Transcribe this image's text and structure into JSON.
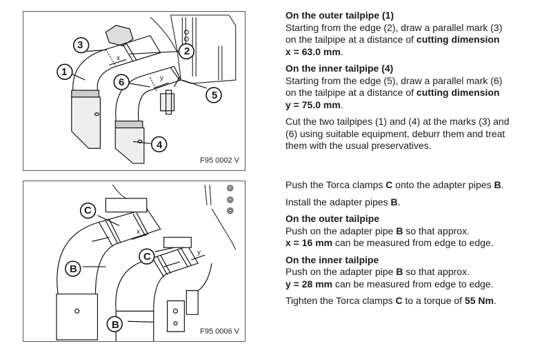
{
  "figure1": {
    "code": "F95 0002 V",
    "callouts": [
      "1",
      "2",
      "3",
      "4",
      "5",
      "6"
    ],
    "dimension_labels": [
      "x",
      "y"
    ]
  },
  "figure2": {
    "code": "F95 0006 V",
    "callouts": [
      "C",
      "C",
      "B",
      "B"
    ],
    "dimension_labels": [
      "x",
      "y"
    ]
  },
  "section1": {
    "outer_heading": "On the outer tailpipe (1)",
    "outer_line1": "Starting from the edge (2), draw a parallel mark (3)",
    "outer_line2_pre": "on the tailpipe at a distance of ",
    "outer_line2_bold": "cutting dimension",
    "outer_value": "x = 63.0 mm",
    "outer_value_suffix": ".",
    "inner_heading": "On the inner tailpipe (4)",
    "inner_line1": "Starting from the edge (5), draw a parallel mark (6)",
    "inner_line2_pre": "on the tailpipe at a distance of ",
    "inner_line2_bold": "cutting dimension",
    "inner_value": "y = 75.0 mm",
    "inner_value_suffix": ".",
    "cut_line1": "Cut the two tailpipes (1) and (4) at the marks (3) and",
    "cut_line2": "(6) using suitable equipment, deburr them and treat",
    "cut_line3": "them with the usual preservatives."
  },
  "section2": {
    "push_pre": "Push the Torca clamps ",
    "push_c": "C",
    "push_mid": " onto the adapter pipes ",
    "push_b": "B",
    "push_end": ".",
    "install_pre": "Install the adapter pipes ",
    "install_b": "B",
    "install_end": ".",
    "outer_heading": "On the outer tailpipe",
    "outer_line1_pre": "Push on the adapter pipe ",
    "outer_line1_b": "B",
    "outer_line1_post": " so that approx.",
    "outer_value": "x = 16 mm",
    "outer_value_post": " can be measured from edge to edge.",
    "inner_heading": "On the inner tailpipe",
    "inner_line1_pre": "Push on the adapter pipe ",
    "inner_line1_b": "B",
    "inner_line1_post": " so that approx.",
    "inner_value": "y = 28 mm",
    "inner_value_post": " can be measured from edge to edge.",
    "tighten_pre": "Tighten the Torca clamps ",
    "tighten_c": "C",
    "tighten_mid": " to a torque of ",
    "tighten_value": "55 Nm",
    "tighten_end": "."
  }
}
